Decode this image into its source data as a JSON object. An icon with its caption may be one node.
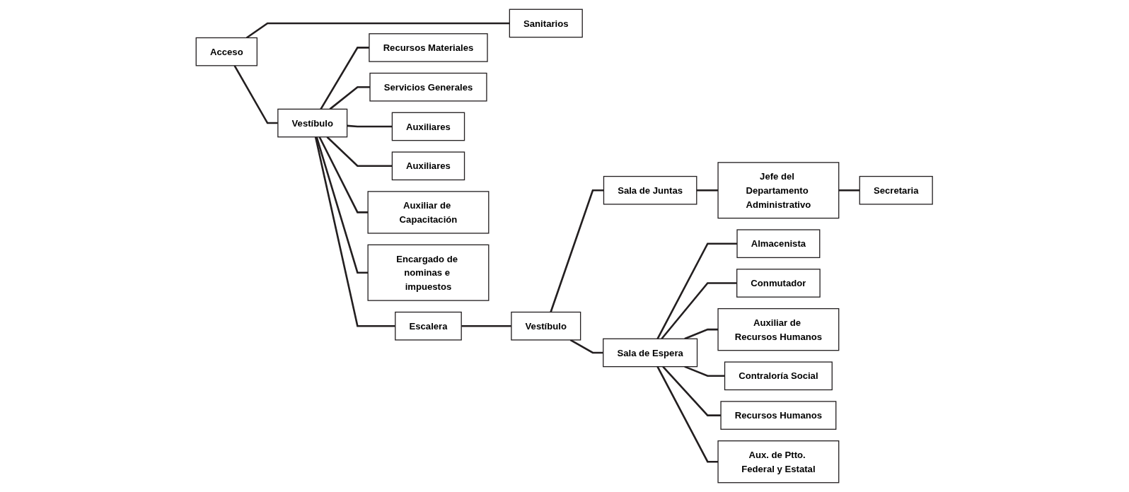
{
  "diagram": {
    "nodes": [
      {
        "text": [
          "Sanitarios"
        ]
      },
      {
        "text": [
          "Sala de Juntas"
        ]
      },
      {
        "text": [
          "Almacenista"
        ]
      },
      {
        "text": [
          "Recursos Materiales"
        ]
      },
      {
        "text": [
          "Servicios Generales"
        ]
      },
      {
        "text": [
          "Jefe del Departamento Administrativo"
        ]
      },
      {
        "text": [
          "Auxiliar de Recursos Humanos"
        ]
      },
      {
        "text": [
          "Recursos Humanos"
        ]
      },
      {
        "text": [
          "Auxiliares"
        ]
      },
      {
        "text": [
          "Auxiliares"
        ]
      },
      {
        "text": [
          "Acceso"
        ]
      },
      {
        "text": [
          "Vestíbulo"
        ]
      },
      {
        "text": [
          "Escalera"
        ]
      },
      {
        "text": [
          "Vestíbulo"
        ]
      },
      {
        "text": [
          "Sala de Espera"
        ]
      },
      {
        "text": [
          "Secretaria"
        ]
      },
      {
        "text": [
          "Contraloría Social"
        ]
      },
      {
        "text": [
          "Aux. de Ptto. Federal y Estatal"
        ]
      },
      {
        "text": [
          "Auxiliar de Capacitación"
        ]
      },
      {
        "text": [
          "Encargado de nominas e impuestos"
        ]
      },
      {
        "text": [
          "Conmutador"
        ]
      }
    ],
    "edges": [
      {
        "from": 10,
        "to": 0,
        "arrow": "none"
      },
      {
        "from": 10,
        "to": 11,
        "arrow": "none"
      },
      {
        "from": 11,
        "to": 3,
        "arrow": "none"
      },
      {
        "from": 11,
        "to": 4,
        "arrow": "none"
      },
      {
        "from": 11,
        "to": 8,
        "arrow": "none"
      },
      {
        "from": 11,
        "to": 9,
        "arrow": "none"
      },
      {
        "from": 11,
        "to": 18,
        "arrow": "none"
      },
      {
        "from": 11,
        "to": 19,
        "arrow": "none"
      },
      {
        "from": 11,
        "to": 12,
        "arrow": "none"
      },
      {
        "from": 12,
        "to": 13,
        "arrow": "none"
      },
      {
        "from": 13,
        "to": 1,
        "arrow": "none"
      },
      {
        "from": 1,
        "to": 5,
        "arrow": "none"
      },
      {
        "from": 13,
        "to": 14,
        "arrow": "none"
      },
      {
        "from": 5,
        "to": 15,
        "arrow": "none"
      },
      {
        "from": 14,
        "to": 2,
        "arrow": "none"
      },
      {
        "from": 14,
        "to": 20,
        "arrow": "none"
      },
      {
        "from": 14,
        "to": 6,
        "arrow": "none"
      },
      {
        "from": 14,
        "to": 16,
        "arrow": "none"
      },
      {
        "from": 14,
        "to": 7,
        "arrow": "none"
      },
      {
        "from": 14,
        "to": 17,
        "arrow": "none"
      }
    ]
  }
}
